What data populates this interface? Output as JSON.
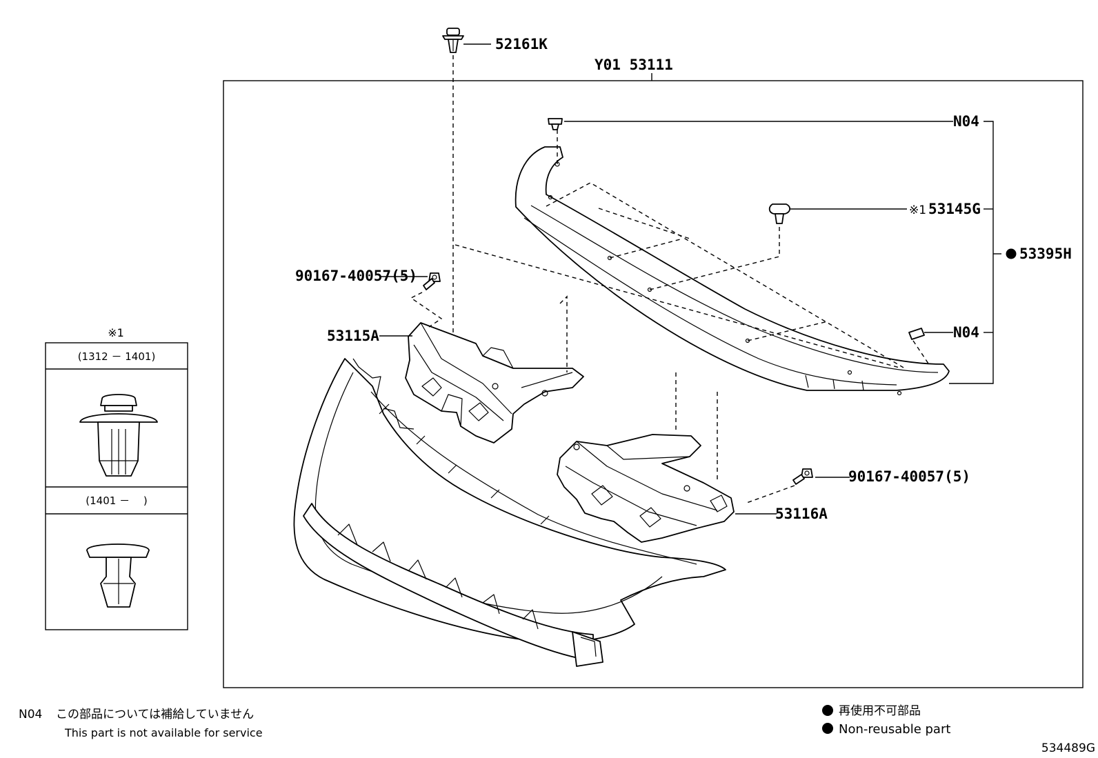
{
  "callouts": {
    "p52161k": "52161K",
    "assembly": "Y01 53111",
    "n04_top": "N04",
    "p53145g_mark": "※1",
    "p53145g": "53145G",
    "p53395h": "53395H",
    "n04_bottom": "N04",
    "p90167_left": "90167-40057(5)",
    "p53115a": "53115A",
    "p90167_right": "90167-40057(5)",
    "p53116a": "53116A"
  },
  "inset": {
    "mark": "※1",
    "range_old": "(1312 － 1401)",
    "range_new": "(1401 －　 )"
  },
  "notes": {
    "n04_code": "N04",
    "n04_ja": "この部品については補給していません",
    "n04_en": "This part is not available for service",
    "nonreusable_ja": "再使用不可部品",
    "nonreusable_en": "Non-reusable part"
  },
  "figure_id": "534489G"
}
